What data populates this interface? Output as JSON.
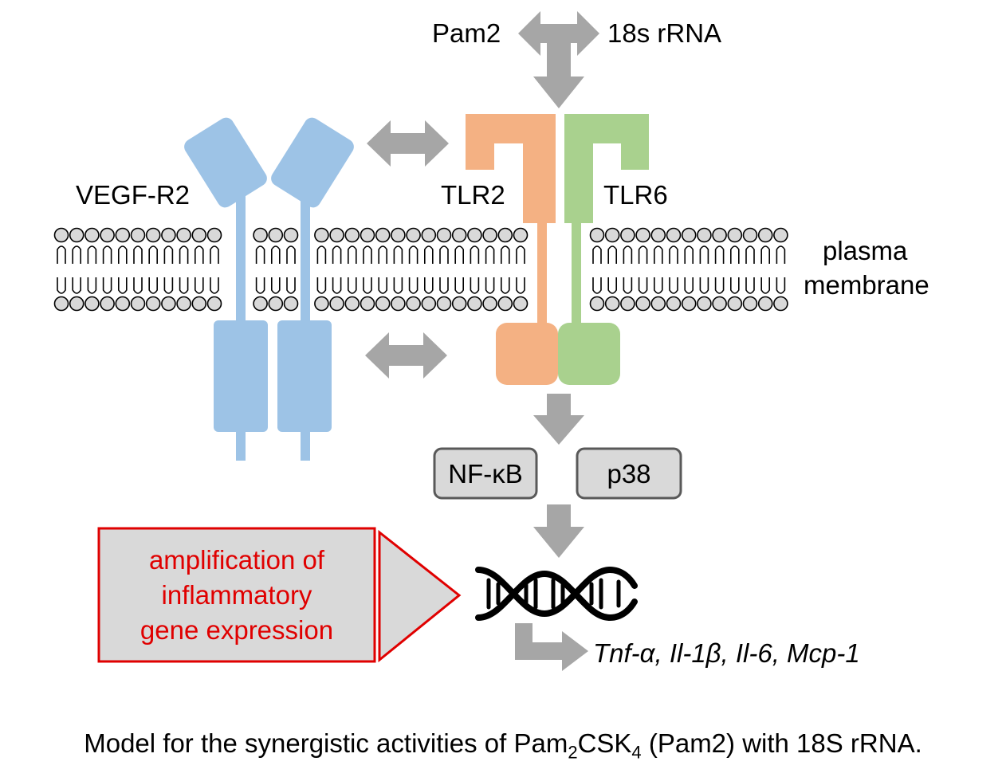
{
  "labels": {
    "pam2": "Pam2",
    "rrna": "18s rRNA",
    "vegfr2": "VEGF-R2",
    "tlr2": "TLR2",
    "tlr6": "TLR6",
    "membrane_line1": "plasma",
    "membrane_line2": "membrane",
    "nfkb": "NF-κB",
    "p38": "p38",
    "amp_line1": "amplification of",
    "amp_line2": "inflammatory",
    "amp_line3": "gene expression",
    "genes": "Tnf-α, Il-1β, Il-6, Mcp-1"
  },
  "caption": {
    "part1": "Model for the synergistic activities of Pam",
    "sub1": "2",
    "part2": "CSK",
    "sub2": "4",
    "part3": " (Pam2) with 18S rRNA."
  },
  "colors": {
    "vegfr2": "#9dc3e6",
    "tlr2": "#f4b183",
    "tlr6": "#a9d18e",
    "arrow": "#a6a6a6",
    "box_fill": "#d9d9d9",
    "box_stroke": "#595959",
    "highlight": "#e00000"
  }
}
